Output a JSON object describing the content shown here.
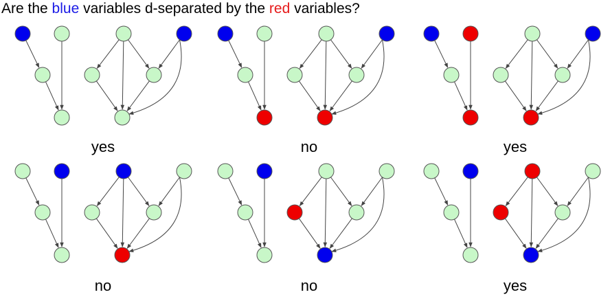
{
  "title": {
    "before": "Are the ",
    "word1": "blue",
    "middle": " variables d-separated by the ",
    "word2": "red",
    "after": " variables?"
  },
  "colors": {
    "blue": "#0000ee",
    "red": "#ee0000",
    "green": "#c8f7c8",
    "node_stroke": "#555555",
    "edge": "#444444",
    "title_blue": "#1a1ae6",
    "title_red": "#e61a1a"
  },
  "graph": {
    "nodes": [
      "A",
      "B",
      "C",
      "D",
      "E",
      "F",
      "G",
      "H",
      "I",
      "J"
    ],
    "edges": [
      [
        "A",
        "E"
      ],
      [
        "E",
        "G"
      ],
      [
        "B",
        "G"
      ],
      [
        "C",
        "F"
      ],
      [
        "C",
        "H"
      ],
      [
        "C",
        "I"
      ],
      [
        "I",
        "H"
      ],
      [
        "D",
        "I"
      ],
      [
        "F",
        "H"
      ],
      [
        "D",
        "H"
      ]
    ]
  },
  "panels": [
    {
      "answer": "yes",
      "blue": [
        "A",
        "D"
      ],
      "red": []
    },
    {
      "answer": "no",
      "blue": [
        "A",
        "D"
      ],
      "red": [
        "G",
        "H"
      ]
    },
    {
      "answer": "yes",
      "blue": [
        "A",
        "D"
      ],
      "red": [
        "B",
        "G",
        "H"
      ]
    },
    {
      "answer": "no",
      "blue": [
        "B",
        "C"
      ],
      "red": [
        "H"
      ]
    },
    {
      "answer": "no",
      "blue": [
        "B"
      ],
      "red": [
        "F"
      ],
      "blue_extra": [
        "H"
      ]
    },
    {
      "answer": "yes",
      "blue": [
        "B",
        "H"
      ],
      "red": [
        "C",
        "F"
      ]
    }
  ]
}
